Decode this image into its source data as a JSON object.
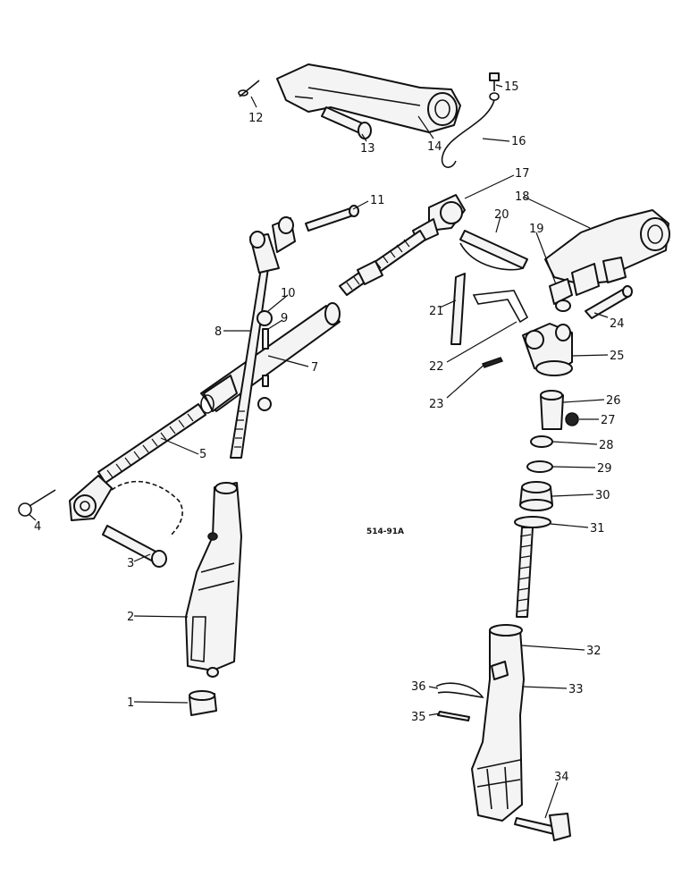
{
  "diagram": {
    "reference_code": "514-91A",
    "callouts": [
      "1",
      "2",
      "3",
      "4",
      "5",
      "7",
      "8",
      "9",
      "10",
      "11",
      "12",
      "13",
      "14",
      "15",
      "16",
      "17",
      "18",
      "19",
      "20",
      "21",
      "22",
      "23",
      "24",
      "25",
      "26",
      "27",
      "28",
      "29",
      "30",
      "31",
      "32",
      "33",
      "34",
      "35",
      "36"
    ]
  }
}
